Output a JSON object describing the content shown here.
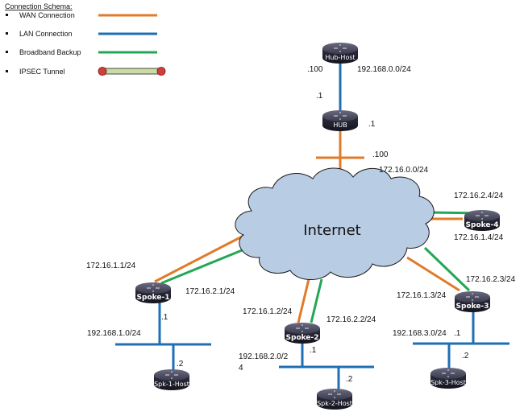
{
  "colors": {
    "wan": "#e07b2a",
    "lan": "#1f6fb5",
    "backup": "#22a855",
    "ipsec_fill": "#c9dca3",
    "ipsec_end": "#d0403a",
    "cloud_fill": "#b8cce4",
    "router_top": "#4a4a5e",
    "router_body": "#2a2a3a"
  },
  "legend": {
    "title": "Connection Schema:",
    "items": [
      {
        "label": "WAN Connection",
        "type": "wan"
      },
      {
        "label": "LAN Connection",
        "type": "lan"
      },
      {
        "label": "Broadband Backup",
        "type": "backup"
      },
      {
        "label": "IPSEC Tunnel",
        "type": "ipsec"
      }
    ]
  },
  "cloud": {
    "label": "Internet"
  },
  "nodes": {
    "hub_host": {
      "label": "Hub-Host"
    },
    "hub": {
      "label": "HUB"
    },
    "spoke1": {
      "label": "Spoke-1"
    },
    "spoke2": {
      "label": "Spoke-2"
    },
    "spoke3": {
      "label": "Spoke-3"
    },
    "spoke4": {
      "label": "Spoke-4"
    },
    "spk1_host": {
      "label": "Spk-1-Host"
    },
    "spk2_host": {
      "label": "Spk-2-Host"
    },
    "spk3_host": {
      "label": "Spk-3-Host"
    }
  },
  "addresses": {
    "hub_host_ip": ".100",
    "hub_lan_net": "192.168.0.0/24",
    "hub_lan_ip": ".1",
    "hub_wan_side": ".1",
    "hub_wan_ip": ".100",
    "hub_wan_net": "172.16.0.0/24",
    "spoke4_backup": "172.16.2.4/24",
    "spoke4_wan": "172.16.1.4/24",
    "spoke1_wan": "172.16.1.1/24",
    "spoke1_backup": "172.16.2.1/24",
    "spoke1_lan_ip": ".1",
    "spoke1_lan_net": "192.168.1.0/24",
    "spk1_host_ip": ".2",
    "spoke2_wan": "172.16.1.2/24",
    "spoke2_backup": "172.16.2.2/24",
    "spoke2_lan_ip": ".1",
    "spoke2_lan_net_line1": "192.168.2.0/2",
    "spoke2_lan_net_line2": "4",
    "spk2_host_ip": ".2",
    "spoke3_backup": "172.16.2.3/24",
    "spoke3_wan": "172.16.1.3/24",
    "spoke3_lan_net": "192.168.3.0/24",
    "spoke3_lan_ip": ".1",
    "spk3_host_ip": ".2"
  }
}
